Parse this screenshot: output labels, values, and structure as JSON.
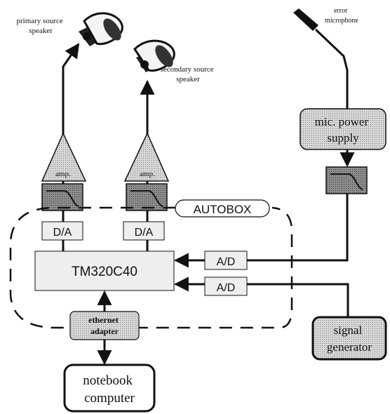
{
  "labels": {
    "primary_speaker_line1": "primary source",
    "primary_speaker_line2": "speaker",
    "secondary_speaker_line1": "secondary source",
    "secondary_speaker_line2": "speaker",
    "error_mic_line1": "error",
    "error_mic_line2": "microphone",
    "amp_left": "amp.",
    "amp_right": "amp.",
    "mic_power_line1": "mic. power",
    "mic_power_line2": "supply",
    "autobox": "AUTOBOX",
    "da_left": "D/A",
    "da_right": "D/A",
    "processor": "TM320C40",
    "ad_top": "A/D",
    "ad_bottom": "A/D",
    "ethernet_line1": "ethernet",
    "ethernet_line2": "adapter",
    "notebook_line1": "notebook",
    "notebook_line2": "computer",
    "signal_gen_line1": "signal",
    "signal_gen_line2": "generator"
  },
  "colors": {
    "ink": "#111111",
    "shaded_fill": "#cfcfcf",
    "filter_fill": "#9a9a9a",
    "light_fill": "#eeeeee",
    "background": "#ffffff"
  },
  "icons": [
    "speaker-icon",
    "microphone-icon",
    "low-pass-filter-icon",
    "amplifier-icon"
  ]
}
